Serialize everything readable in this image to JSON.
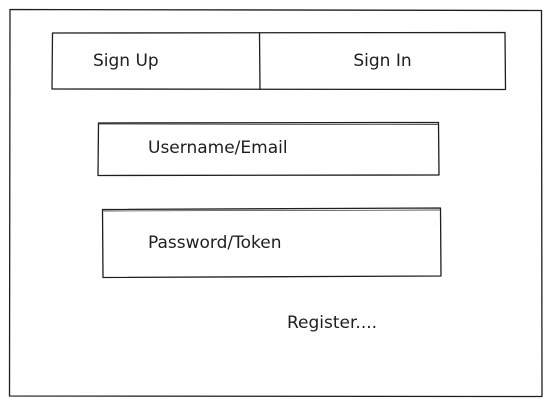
{
  "tabs": [
    {
      "label": "Sign Up"
    },
    {
      "label": "Sign In"
    }
  ],
  "form": {
    "username_placeholder": "Username/Email",
    "password_placeholder": "Password/Token"
  },
  "register_label": "Register...."
}
